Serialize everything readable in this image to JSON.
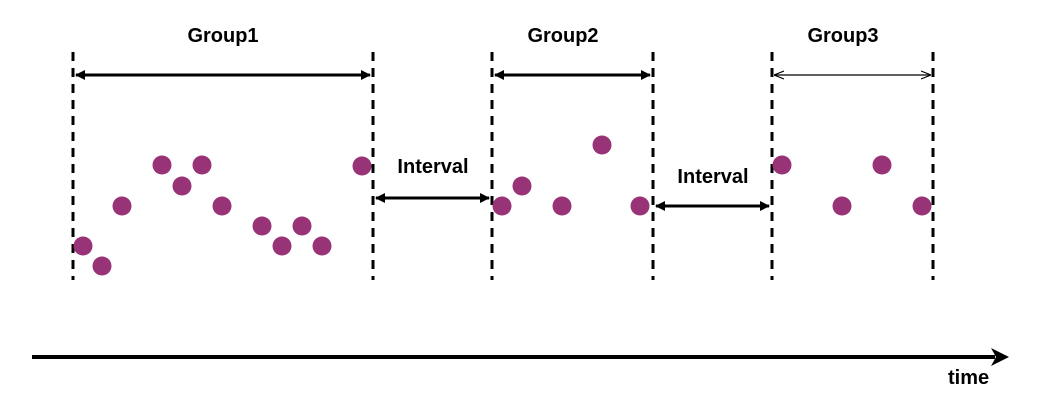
{
  "diagram": {
    "colors": {
      "point": "#993377",
      "line": "#000000",
      "background": "#ffffff"
    },
    "groups": [
      {
        "label": "Group1"
      },
      {
        "label": "Group2"
      },
      {
        "label": "Group3"
      }
    ],
    "intervals": [
      {
        "label": "Interval"
      },
      {
        "label": "Interval"
      }
    ],
    "time_axis": {
      "label": "time"
    }
  }
}
